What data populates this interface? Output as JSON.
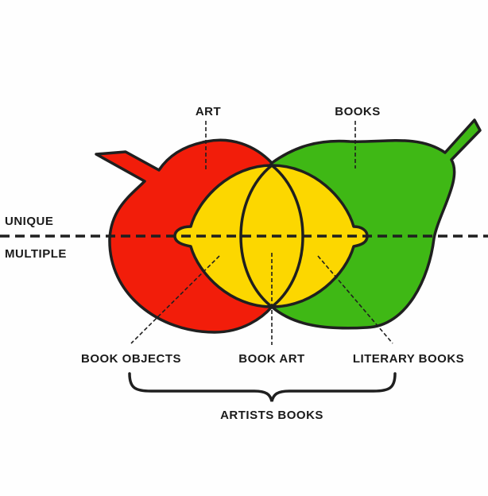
{
  "labels": {
    "art": "ART",
    "books": "BOOKS",
    "unique": "UNIQUE",
    "multiple": "MULTIPLE",
    "book_objects": "BOOK OBJECTS",
    "book_art": "BOOK ART",
    "literary_books": "LITERARY BOOKS",
    "artists_books": "ARTISTS BOOKS"
  },
  "colors": {
    "apple": "#f21d0a",
    "pear": "#3fb815",
    "lemon": "#fcd700",
    "outline": "#1f1f1f"
  }
}
